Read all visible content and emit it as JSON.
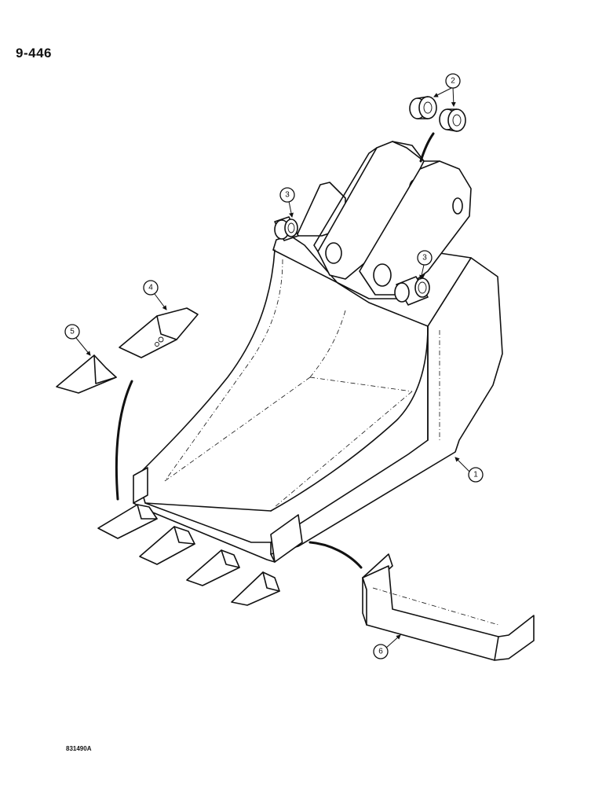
{
  "page_number": "9-446",
  "drawing_code": "831490A",
  "callouts": [
    {
      "label": "1",
      "part": "bucket"
    },
    {
      "label": "2",
      "part": "bushings-upper"
    },
    {
      "label": "3",
      "part": "bushing-left"
    },
    {
      "label": "3",
      "part": "bushing-right"
    },
    {
      "label": "4",
      "part": "tooth-adapter"
    },
    {
      "label": "5",
      "part": "tooth-point"
    },
    {
      "label": "6",
      "part": "wear-strip"
    }
  ]
}
